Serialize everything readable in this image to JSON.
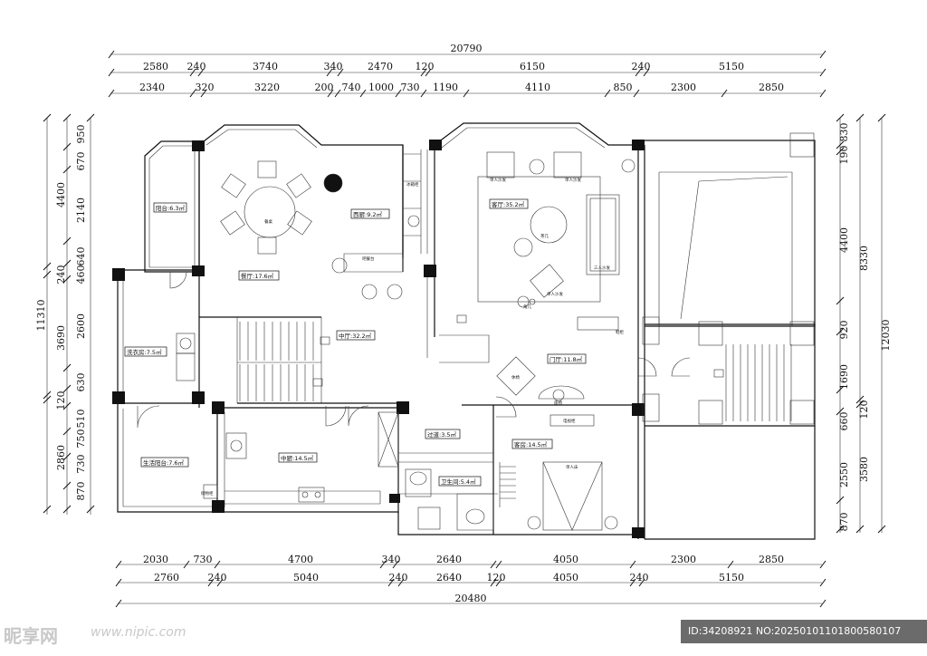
{
  "dimensions": {
    "top_total": "20790",
    "top_row1": [
      "2580",
      "240",
      "3740",
      "340",
      "2470",
      "120",
      "6150",
      "240",
      "5150"
    ],
    "top_row2": [
      "2340",
      "320",
      "3220",
      "200",
      "740",
      "1000",
      "730",
      "1190",
      "4110",
      "850",
      "2300",
      "2850"
    ],
    "bottom_row1": [
      "2030",
      "730",
      "4700",
      "340",
      "2640",
      "4050",
      "2300",
      "2850"
    ],
    "bottom_row2": [
      "2760",
      "240",
      "5040",
      "240",
      "2640",
      "120",
      "4050",
      "240",
      "5150"
    ],
    "bottom_total": "20480",
    "left_total": "11310",
    "left_row1": [
      "4400",
      "240",
      "3690",
      "120",
      "2860"
    ],
    "left_row2": [
      "950",
      "670",
      "2140",
      "640",
      "460",
      "2600",
      "630",
      "510",
      "750",
      "730",
      "870"
    ],
    "right_row1": [
      "830",
      "190",
      "4400",
      "920",
      "1690",
      "660",
      "2550",
      "870"
    ],
    "right_row2": [
      "8330",
      "120",
      "3580"
    ],
    "right_total": "12030"
  },
  "rooms": {
    "balcony": "阳台:6.3㎡",
    "dining": "餐厅:17.6㎡",
    "western_kitchen": "西厨:9.2㎡",
    "living": "客厅:35.2㎡",
    "laundry": "洗衣房:7.5㎡",
    "hall": "中厅:32.2㎡",
    "foyer": "门厅:11.8㎡",
    "corridor": "过道:3.5㎡",
    "guest": "客房:14.5㎡",
    "service_balcony": "生活阳台:7.6㎡",
    "kitchen": "中厨:14.5㎡",
    "bathroom": "卫生间:5.4㎡"
  },
  "furniture": {
    "dining_table": "餐桌",
    "bar": "吧餐台",
    "coffee_table": "茶几",
    "single_sofa": "单人沙发",
    "three_sofa": "三人沙发",
    "side_table": "角几",
    "bed": "单人床",
    "fridge": "冰箱柜",
    "shoe_cabinet": "鞋柜",
    "chair": "休椅",
    "chair2": "座椅",
    "tea_cabinet": "电视柜",
    "cabinet": "储物柜"
  },
  "watermark": {
    "logo": "昵享网",
    "url": "www.nipic.com",
    "id_text": "ID:34208921 NO:20250101101800580107"
  }
}
